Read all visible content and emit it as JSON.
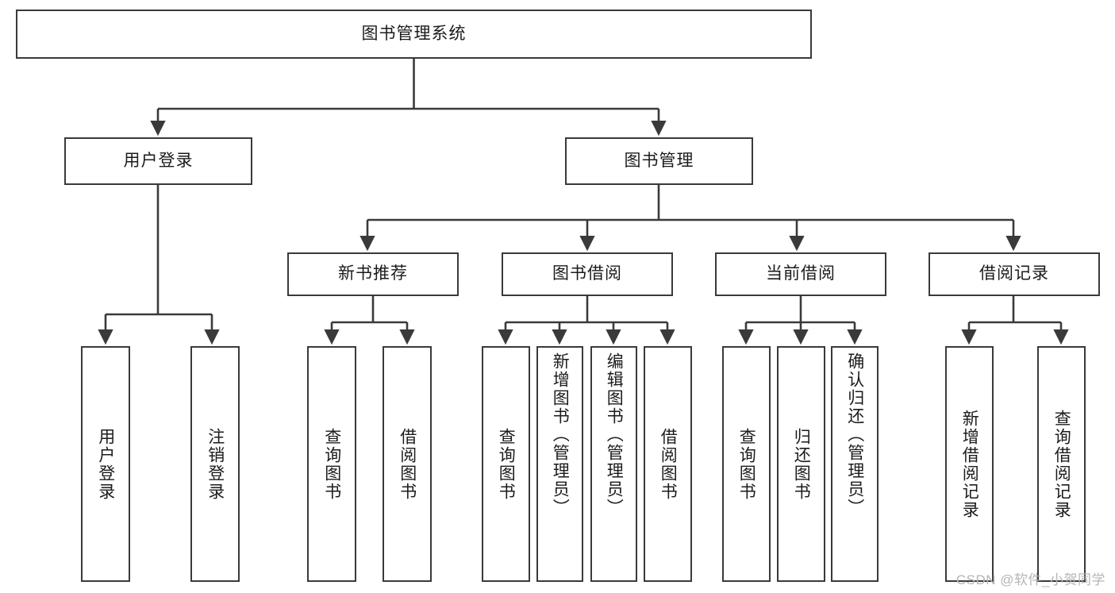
{
  "diagram": {
    "title": "图书管理系统",
    "type": "tree-hierarchy-diagram",
    "colors": {
      "box_border": "#3a3a3a",
      "box_fill": "#ffffff",
      "edge": "#3a3a3a",
      "text": "#1b1b1b",
      "watermark": "#b5b5b5",
      "background": "#ffffff"
    },
    "root": {
      "label": "图书管理系统"
    },
    "level2": [
      {
        "label": "用户登录"
      },
      {
        "label": "图书管理"
      }
    ],
    "level3": [
      {
        "label": "新书推荐"
      },
      {
        "label": "图书借阅"
      },
      {
        "label": "当前借阅"
      },
      {
        "label": "借阅记录"
      }
    ],
    "leaves": {
      "user_login": [
        {
          "label": "用户登录"
        },
        {
          "label": "注销登录"
        }
      ],
      "new_book_recommend": [
        {
          "label": "查询图书"
        },
        {
          "label": "借阅图书"
        }
      ],
      "book_borrow": [
        {
          "label": "查询图书"
        },
        {
          "label": "新增图书（管理员）"
        },
        {
          "label": "编辑图书（管理员）"
        },
        {
          "label": "借阅图书"
        }
      ],
      "current_borrow": [
        {
          "label": "查询图书"
        },
        {
          "label": "归还图书"
        },
        {
          "label": "确认归还（管理员）"
        }
      ],
      "borrow_record": [
        {
          "label": "新增借阅记录"
        },
        {
          "label": "查询借阅记录"
        }
      ]
    },
    "watermark": "CSDN @软件_小贺同学"
  }
}
